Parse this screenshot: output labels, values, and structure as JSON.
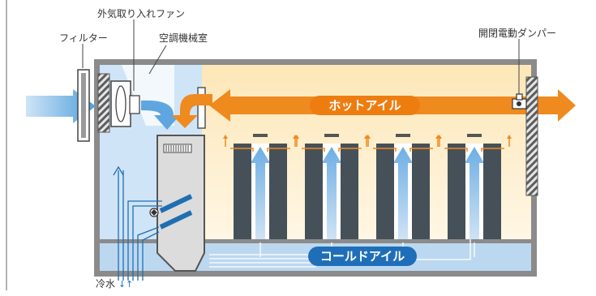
{
  "labels": {
    "fan": "外気取り入れファン",
    "filter": "フィルター",
    "ac_room": "空調機械室",
    "damper": "開閉電動ダンパー",
    "hot_aisle": "ホットアイル",
    "cold_aisle": "コールドアイル",
    "chilled_water": "冷水"
  },
  "colors": {
    "hot": "#ee7d10",
    "cold": "#1f7bc4",
    "rack": "#465058",
    "wall": "#8a8a8a",
    "hot_zone": "#fdf1d6",
    "cold_zone": "#cfe4f6"
  },
  "rack_pairs": 4
}
